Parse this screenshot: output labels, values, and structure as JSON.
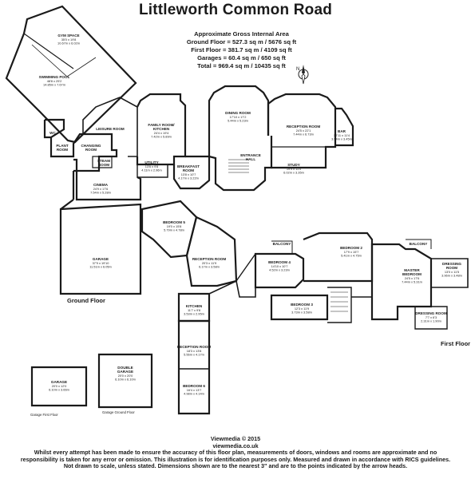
{
  "title": "Littleworth Common Road",
  "areas": {
    "heading": "Approximate Gross Internal Area",
    "ground": "Ground Floor = 527.3 sq m / 5676 sq ft",
    "first": "First Floor = 381.7 sq m / 4109 sq ft",
    "garages": "Garages = 60.4 sq m / 650 sq ft",
    "total": "Total = 969.4 sq m / 10435 sq ft"
  },
  "compass_icon": "north-arrow-icon",
  "labels": {
    "ground_floor": "Ground Floor",
    "first_floor": "First Floor",
    "garage_first_floor": "Garage First Floor",
    "garage_ground_floor": "Garage Ground Floor"
  },
  "rooms": {
    "gym": {
      "name": "GYM SPACE",
      "dim1": "35'0 x 19'8",
      "dim2": "10.67m x 6.02m"
    },
    "pool": {
      "name": "SWIMMING POOL",
      "dim1": "48'8 x 25'2",
      "dim2": "14.85m x 7.67m"
    },
    "wc": {
      "name": "WC"
    },
    "plant": {
      "name": "PLANT",
      "name2": "ROOM"
    },
    "changing": {
      "name": "CHANGING",
      "name2": "ROOM"
    },
    "steam": {
      "name": "STEAM",
      "name2": "ROOM"
    },
    "leisure": {
      "name": "LEISURE ROOM"
    },
    "family": {
      "name": "FAMILY ROOM/",
      "name2": "KITCHEN",
      "dim1": "24'4 x 19'4",
      "dim2": "7.42m x 5.89m"
    },
    "utility": {
      "name": "UTILITY",
      "dim1": "13'6 x 9'8",
      "dim2": "4.11m x 2.96m"
    },
    "breakfast": {
      "name": "BREAKFAST",
      "name2": "ROOM",
      "dim1": "13'8 x 10'7",
      "dim2": "4.17m x 3.22m"
    },
    "dining": {
      "name": "DINING ROOM",
      "dim1": "17'10 x 17'2",
      "dim2": "5.44m x 5.23m"
    },
    "entrance": {
      "name": "ENTRANCE",
      "name2": "HALL"
    },
    "reception1": {
      "name": "RECEPTION ROOM",
      "dim1": "24'5 x 22'1",
      "dim2": "7.44m x 6.73m"
    },
    "bar": {
      "name": "BAR",
      "dim1": "12'11 x 11'4",
      "dim2": "3.94m x 3.45m"
    },
    "study": {
      "name": "STUDY",
      "dim1": "19'9 x 11'0",
      "dim2": "6.02m x 3.35m"
    },
    "cinema": {
      "name": "CINEMA",
      "dim1": "24'9 x 17'6",
      "dim2": "7.54m x 5.28m"
    },
    "garage_main": {
      "name": "GARAGE",
      "dim1": "37'9 x 19'10",
      "dim2": "11.51m x 6.05m"
    },
    "bedroom5": {
      "name": "BEDROOM 5",
      "dim1": "19'0 x 15'8",
      "dim2": "5.79m x 4.78m"
    },
    "reception2": {
      "name": "RECEPTION ROOM",
      "dim1": "20'3 x 11'9",
      "dim2": "6.17m x 3.58m"
    },
    "kitchen": {
      "name": "KITCHEN",
      "dim1": "11'7 x 9'8",
      "dim2": "3.53m x 2.95m"
    },
    "reception3": {
      "name": "RECEPTION ROOM",
      "dim1": "18'3 x 13'8",
      "dim2": "5.56m x 4.17m"
    },
    "bedroom6": {
      "name": "BEDROOM 6",
      "dim1": "16'4 x 13'7",
      "dim2": "4.98m x 4.14m"
    },
    "balcony1": {
      "name": "BALCONY"
    },
    "bedroom4": {
      "name": "BEDROOM 4",
      "dim1": "14'10 x 10'7",
      "dim2": "4.52m x 3.23m"
    },
    "bedroom2": {
      "name": "BEDROOM 2",
      "dim1": "17'9 x 15'7",
      "dim2": "5.41m x 4.75m"
    },
    "balcony2": {
      "name": "BALCONY"
    },
    "dressing1": {
      "name": "DRESSING",
      "name2": "ROOM",
      "dim1": "13'0 x 11'5",
      "dim2": "3.96m x 3.48m"
    },
    "bedroom3": {
      "name": "BEDROOM 3",
      "dim1": "12'3 x 11'9",
      "dim2": "3.73m x 3.58m"
    },
    "master": {
      "name": "MASTER",
      "name2": "BEDROOM",
      "dim1": "24'5 x 17'6",
      "dim2": "7.44m x 5.31m"
    },
    "dressing2": {
      "name": "DRESSING ROOM",
      "dim1": "7'7 x 6'3",
      "dim2": "2.31m x 1.90m"
    },
    "garage_small": {
      "name": "GARAGE",
      "dim1": "20'0 x 12'0",
      "dim2": "6.10m x 3.66m"
    },
    "double_garage": {
      "name": "DOUBLE",
      "name2": "GARAGE",
      "dim1": "20'0 x 20'0",
      "dim2": "6.10m x 6.10m"
    }
  },
  "footer": {
    "brand": "Viewmedia © 2015",
    "site": "viewmedia.co.uk",
    "line1": "Whilst every attempt has been made to ensure the accuracy of this floor plan, measurements of doors, windows and rooms are approximate and no",
    "line2": "responsibility is taken for any error or omission. This illustration is for identification purposes only. Measured and drawn in accordance with RICS guidelines.",
    "line3": "Not drawn to scale, unless stated. Dimensions shown are to the nearest 3\" and are to the points indicated by the arrow heads."
  }
}
